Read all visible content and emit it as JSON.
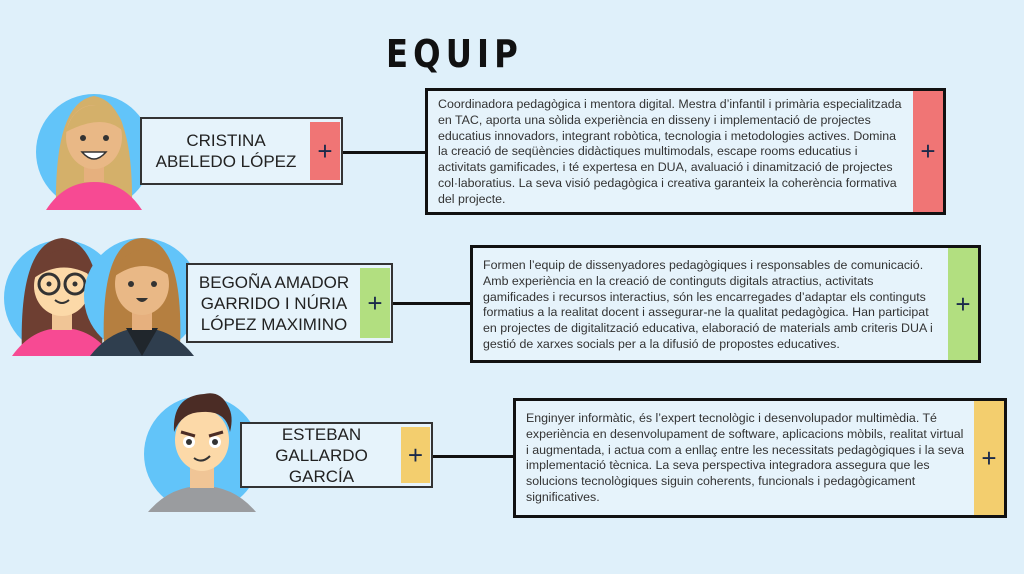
{
  "title": "EQUIP",
  "colors": {
    "background": "#dff0fa",
    "red": "#f07575",
    "green": "#b2df80",
    "yellow": "#f3ce6e",
    "plus": "#1b2a4a"
  },
  "members": [
    {
      "name_line1": "CRISTINA",
      "name_line2": "ABELEDO LÓPEZ",
      "plus": "+",
      "description": "Coordinadora pedagògica i mentora digital. Mestra d’infantil i primària especialitzada en TAC, aporta una sòlida experiència en disseny i implementació de projectes educatius innovadors, integrant robòtica, tecnologia i metodologies actives. Domina la creació de seqüències didàctiques multimodals, escape rooms educatius i activitats gamificades, i té expertesa en DUA, avaluació i dinamització de projectes col·laboratius. La seva visió pedagògica i creativa garanteix la coherència formativa del projecte."
    },
    {
      "name_line1": "BEGOÑA AMADOR",
      "name_line2": "GARRIDO I NÚRIA",
      "name_line3": "LÓPEZ MAXIMINO",
      "plus": "+",
      "description": "Formen l’equip de dissenyadores pedagògiques i responsables de comunicació. Amb experiència en la creació de continguts digitals atractius, activitats gamificades i recursos interactius, són les encarregades d’adaptar els continguts formatius a la realitat docent i assegurar-ne la qualitat pedagògica. Han participat en projectes de digitalització educativa, elaboració de materials amb criteris DUA i gestió de xarxes socials per a la difusió de propostes educatives."
    },
    {
      "name_line1": "ESTEBAN",
      "name_line2": "GALLARDO GARCÍA",
      "plus": "+",
      "description": "Enginyer informàtic, és l’expert tecnològic i desenvolupador multimèdia. Té experiència en desenvolupament de software, aplicacions mòbils, realitat virtual i augmentada, i actua com a enllaç entre les necessitats pedagògiques i la seva implementació tècnica. La seva perspectiva integradora assegura que les solucions tecnològiques siguin coherents, funcionals i pedagògicament significatives."
    }
  ]
}
